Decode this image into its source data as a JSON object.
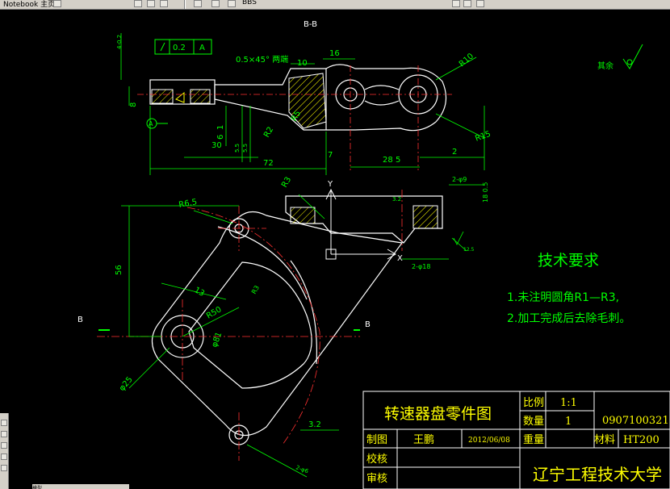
{
  "toolbar": {
    "left_text": "Notebook 主页",
    "center_text": "BBS"
  },
  "section_label": "B-B",
  "section_marks": {
    "left": "B",
    "right": "B"
  },
  "dimensions": {
    "flatness_tol": "0.2",
    "flatness_datum": "A",
    "chamfer": "0.5×45° 两端",
    "d10": "10",
    "d16": "16",
    "r10": "R10",
    "r15": "R15",
    "r5": "R5",
    "r2": "R2",
    "d30": "30",
    "d72": "72",
    "d7": "7",
    "d28": "28",
    "d5": "5",
    "d2": "2",
    "d6": "6",
    "d1": "1",
    "d8": "8",
    "d4_2": "4-0.2",
    "d5_5": "5.5",
    "d55": "5.5",
    "d2_9": "2-φ9",
    "d18": "18 0.5",
    "d2_18": "2-φ18",
    "r3": "R3",
    "r6_5": "R6.5",
    "d56": "56",
    "d13": "13",
    "r50": "R50",
    "d81": "φ81",
    "d25": "φ25",
    "d3_2": "3.2",
    "d2_6": "2-φ6",
    "r3b": "R3",
    "d3_2b": "3.2",
    "d12_5": "12.5",
    "datum_a": "A",
    "rough_other": "其余"
  },
  "axes": {
    "y": "Y",
    "x": "X"
  },
  "tech_req": {
    "title": "技术要求",
    "items": [
      "1.未注明圆角R1—R3,",
      "2.加工完成后去除毛刺。"
    ]
  },
  "title_block": {
    "part_name": "转速器盘零件图",
    "scale_label": "比例",
    "scale_value": "1:1",
    "qty_label": "数量",
    "qty_value": "1",
    "drawing_no": "0907100321",
    "drawn_label": "制图",
    "drawn_name": "王鹏",
    "date": "2012/06/08",
    "weight_label": "重量",
    "material_label": "材料",
    "material_value": "HT200",
    "check_label": "校核",
    "review_label": "审核",
    "school": "辽宁工程技术大学"
  },
  "status": {
    "model_tab": "模型"
  },
  "colors": {
    "background": "#000000",
    "outline": "#ffffff",
    "dimension": "#00ff00",
    "centerline": "#ff3030",
    "hatch": "#ffff00",
    "text_block": "#ffff00",
    "cursor": "#ffffff"
  }
}
